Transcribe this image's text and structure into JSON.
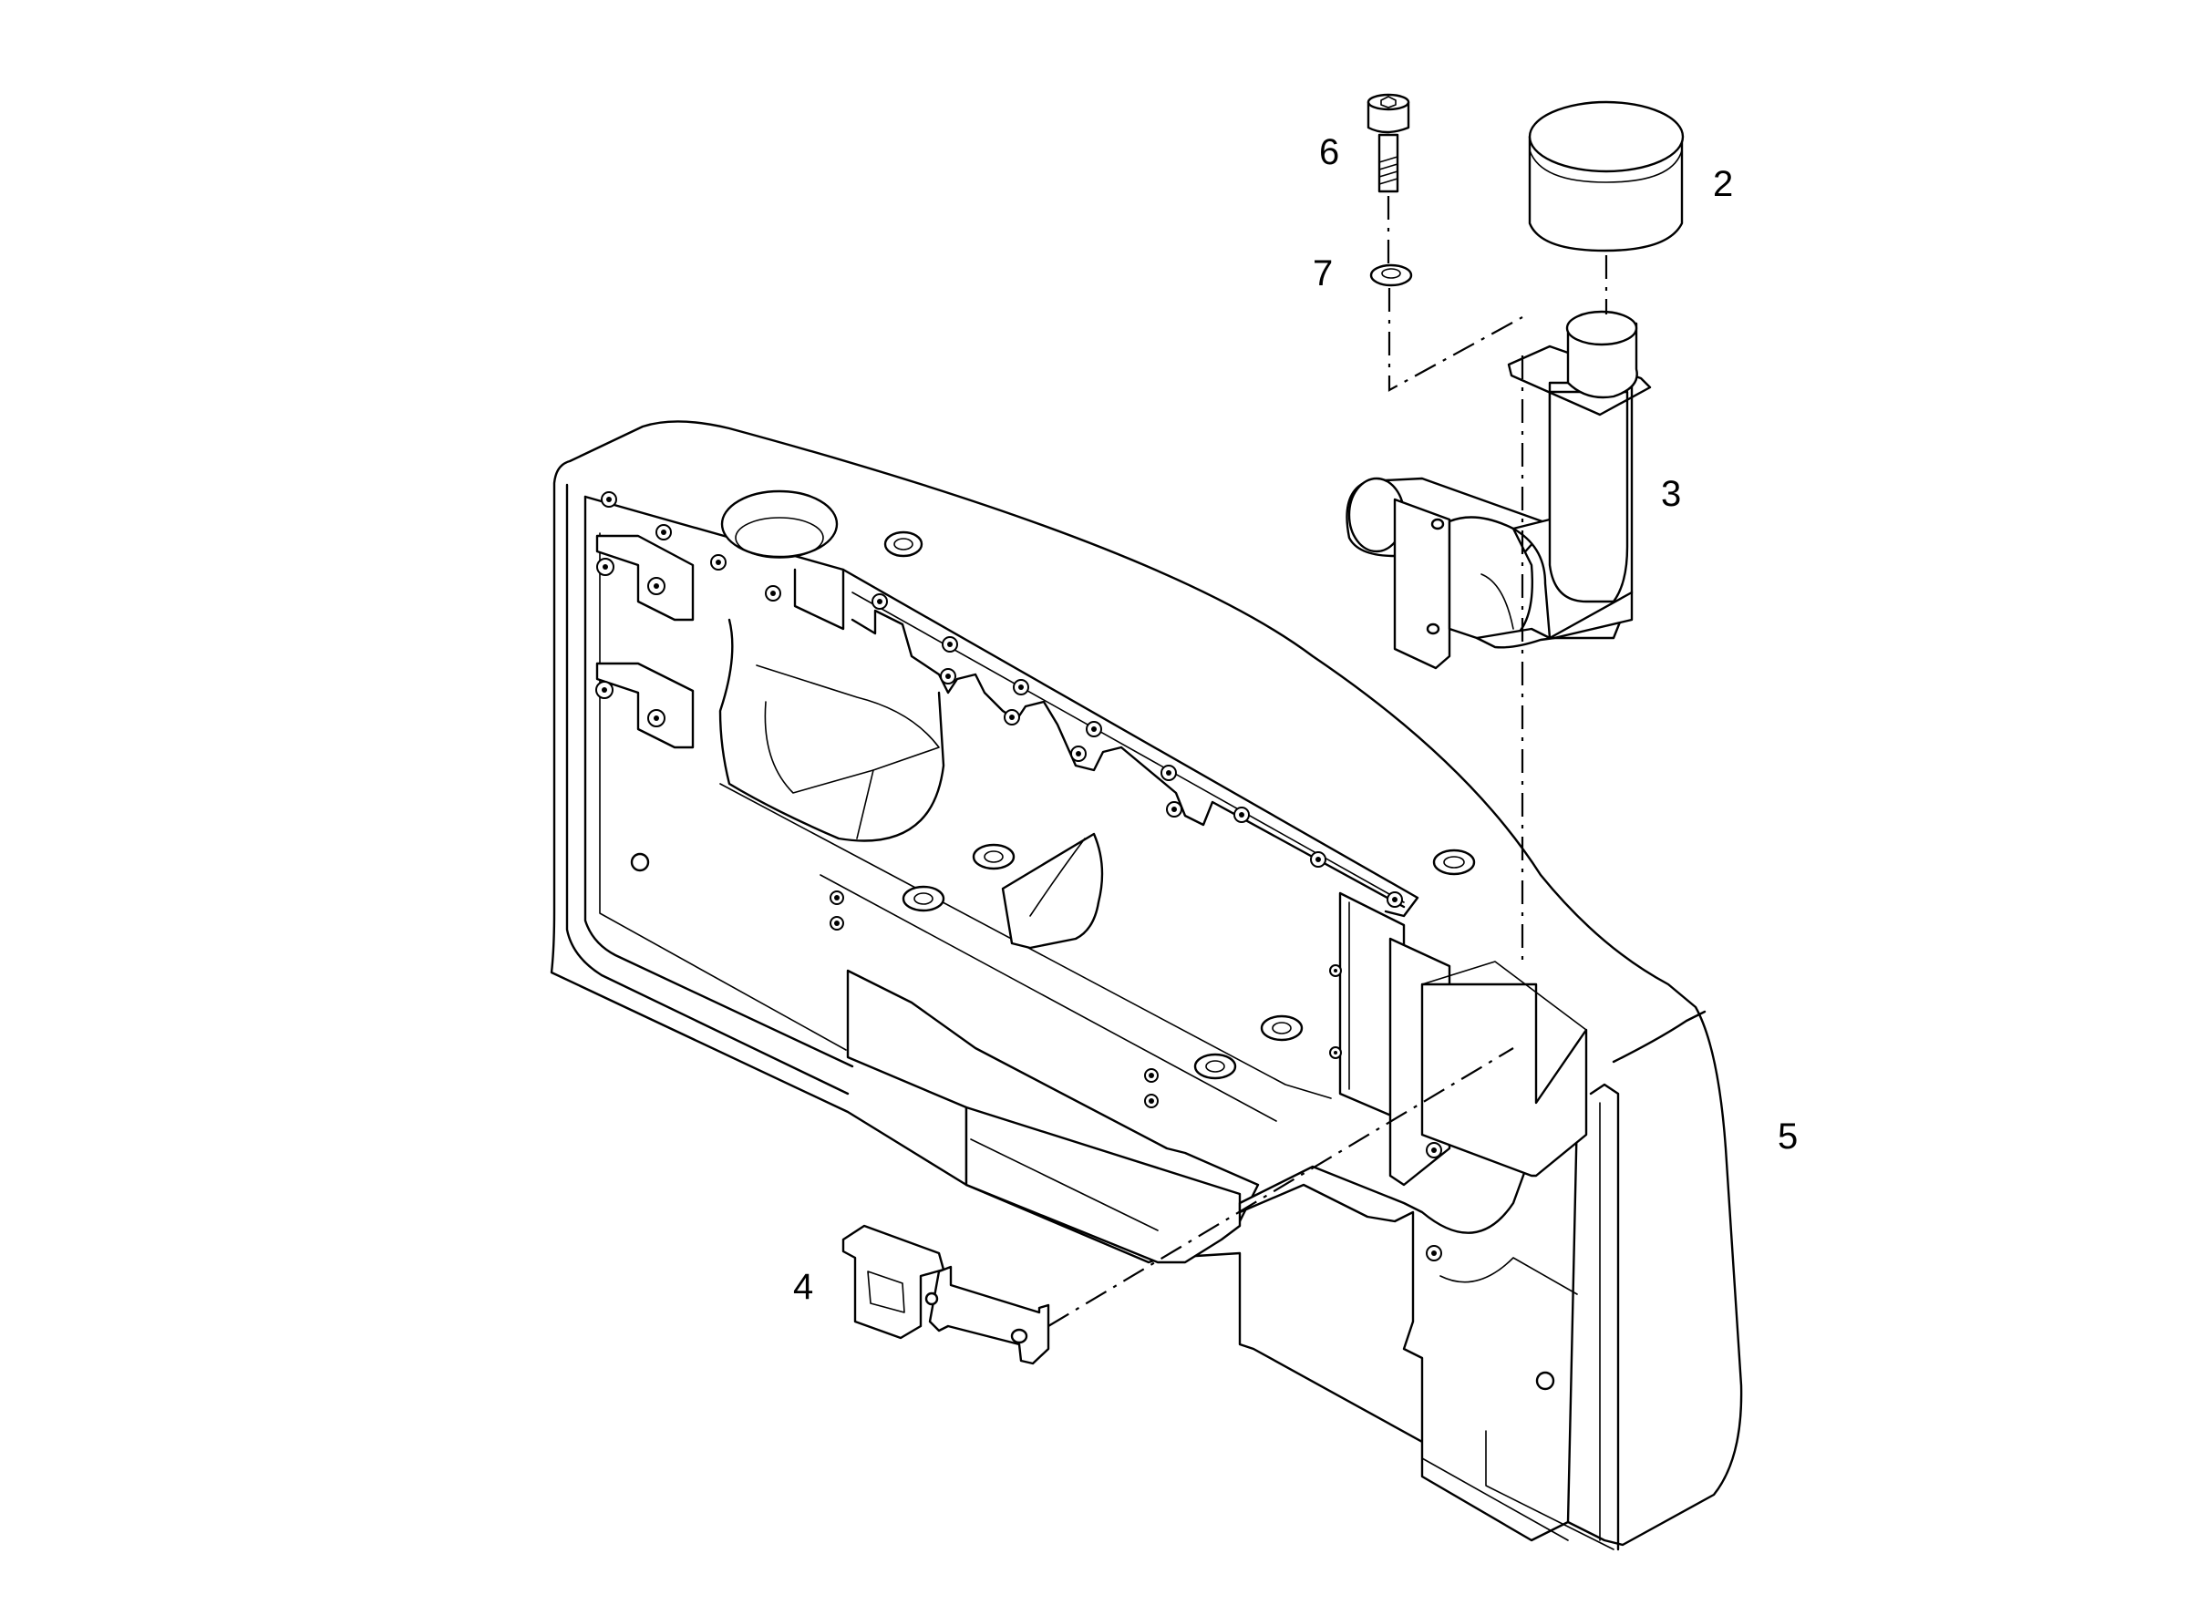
{
  "callouts": [
    {
      "id": "6",
      "label": "6"
    },
    {
      "id": "2",
      "label": "2"
    },
    {
      "id": "7",
      "label": "7"
    },
    {
      "id": "3",
      "label": "3"
    },
    {
      "id": "5",
      "label": "5"
    },
    {
      "id": "4",
      "label": "4"
    }
  ],
  "colors": {
    "line": "#000000",
    "background": "#ffffff"
  }
}
